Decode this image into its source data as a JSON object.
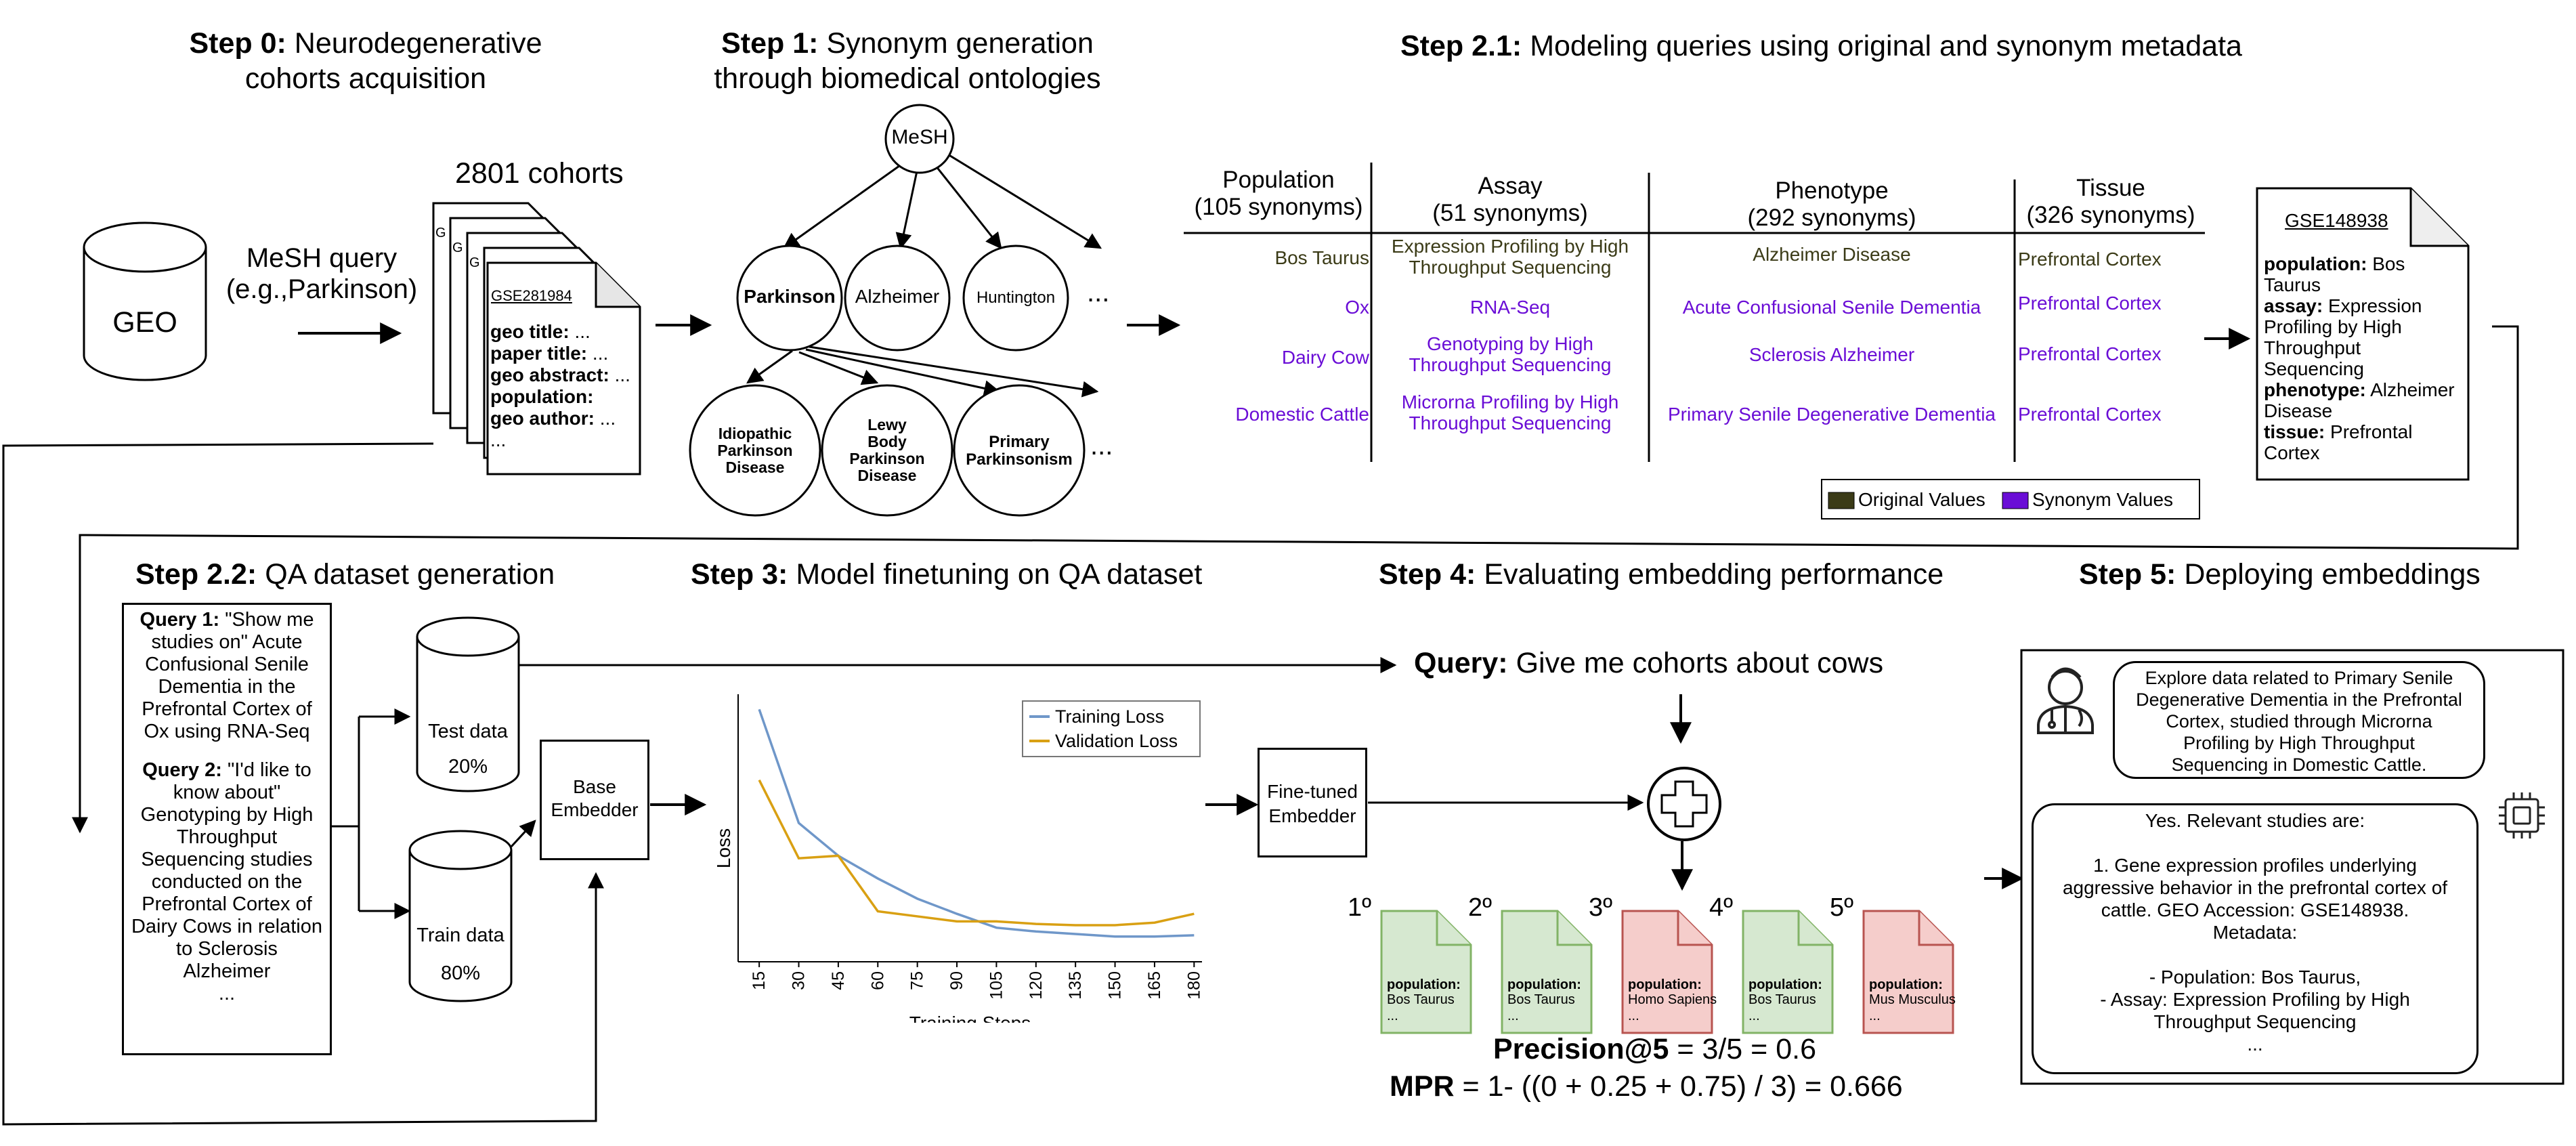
{
  "steps": {
    "s0": {
      "num": "Step 0:",
      "text_l1": "Neurodegenerative",
      "text_l2": "cohorts acquisition"
    },
    "s1": {
      "num": "Step 1:",
      "text_l1": "Synonym generation",
      "text_l2": "through biomedical ontologies"
    },
    "s21": {
      "num": "Step 2.1:",
      "text": "Modeling queries using original and synonym metadata"
    },
    "s22": {
      "num": "Step 2.2:",
      "text": "QA dataset generation"
    },
    "s3": {
      "num": "Step 3:",
      "text": "Model finetuning on QA dataset"
    },
    "s4": {
      "num": "Step 4:",
      "text": "Evaluating embedding performance"
    },
    "s5": {
      "num": "Step 5:",
      "text": "Deploying embeddings"
    }
  },
  "geo": {
    "label": "GEO",
    "query_l1": "MeSH query",
    "query_l2": "(e.g.,Parkinson)"
  },
  "cohorts": {
    "count": "2801 cohorts",
    "id": "GSE281984",
    "fields": [
      "geo title:",
      "paper title:",
      "geo abstract:",
      "population:",
      "geo author:"
    ],
    "trail": [
      "...",
      "...",
      "...",
      "",
      "..."
    ],
    "more": "..."
  },
  "ontology": {
    "root": "MeSH",
    "children": [
      "Parkinson",
      "Alzheimer",
      "Huntington"
    ],
    "grandchildren": [
      [
        "Idiopathic",
        "Parkinson",
        "Disease"
      ],
      [
        "Lewy",
        "Body",
        "Parkinson",
        "Disease"
      ],
      [
        "Primary",
        "Parkinsonism"
      ]
    ],
    "ellipsis": "..."
  },
  "table": {
    "headers": [
      {
        "l1": "Population",
        "l2": "(105 synonyms)"
      },
      {
        "l1": "Assay",
        "l2": "(51 synonyms)"
      },
      {
        "l1": "Phenotype",
        "l2": "(292 synonyms)"
      },
      {
        "l1": "Tissue",
        "l2": "(326 synonyms)"
      }
    ],
    "rows": [
      {
        "pop": "Bos Taurus",
        "assay_l1": "Expression Profiling by High",
        "assay_l2": "Throughput Sequencing",
        "phen": "Alzheimer Disease",
        "tissue": "Prefrontal Cortex"
      },
      {
        "pop": "Ox",
        "assay_l1": "RNA-Seq",
        "assay_l2": "",
        "phen": "Acute Confusional Senile Dementia",
        "tissue": "Prefrontal Cortex"
      },
      {
        "pop": "Dairy Cow",
        "assay_l1": "Genotyping by High",
        "assay_l2": "Throughput Sequencing",
        "phen": "Sclerosis Alzheimer",
        "tissue": "Prefrontal Cortex"
      },
      {
        "pop": "Domestic Cattle",
        "assay_l1": "Microrna Profiling by High",
        "assay_l2": "Throughput Sequencing",
        "phen": "Primary Senile Degenerative Dementia",
        "tissue": "Prefrontal Cortex"
      }
    ],
    "legend": {
      "original": "Original Values",
      "synonym": "Synonym Values"
    },
    "colors": {
      "original": "#3b3b17",
      "synonym": "#6a0dd6"
    }
  },
  "gse_doc": {
    "id": "GSE148938",
    "population_key": "population:",
    "population_val": "Bos",
    "population_val2": "Taurus",
    "assay_key": "assay:",
    "assay_val": "Expression",
    "assay_lines": [
      "Profiling by High",
      "Throughput",
      "Sequencing"
    ],
    "phenotype_key": "phenotype:",
    "phenotype_val": "Alzheimer",
    "phenotype_val2": "Disease",
    "tissue_key": "tissue:",
    "tissue_val": "Prefrontal",
    "tissue_val2": "Cortex"
  },
  "qa": {
    "q1_key": "Query 1:",
    "q1_lines": [
      "\"Show me",
      "studies on\" Acute",
      "Confusional Senile",
      "Dementia in the",
      "Prefrontal Cortex of",
      "Ox using RNA-Seq"
    ],
    "q2_key": "Query 2:",
    "q2_lines": [
      "\"I'd like to",
      "know about\"",
      "Genotyping by High",
      "Throughput",
      "Sequencing studies",
      "conducted on the",
      "Prefrontal Cortex of",
      "Dairy Cows in relation",
      "to Sclerosis",
      "Alzheimer",
      "..."
    ]
  },
  "split": {
    "test_label": "Test data",
    "test_pct": "20%",
    "train_label": "Train data",
    "train_pct": "80%",
    "base_l1": "Base",
    "base_l2": "Embedder",
    "ft_l1": "Fine-tuned",
    "ft_l2": "Embedder"
  },
  "chart_data": {
    "type": "line",
    "xlabel": "Training Steps",
    "ylabel": "Loss",
    "x": [
      15,
      30,
      45,
      60,
      75,
      90,
      105,
      120,
      135,
      150,
      165,
      180
    ],
    "series": [
      {
        "name": "Training Loss",
        "color": "#6f97c9",
        "values": [
          1.0,
          0.55,
          0.42,
          0.33,
          0.25,
          0.19,
          0.135,
          0.12,
          0.11,
          0.1,
          0.1,
          0.105
        ]
      },
      {
        "name": "Validation Loss",
        "color": "#d9a013",
        "values": [
          0.72,
          0.41,
          0.42,
          0.2,
          0.18,
          0.16,
          0.16,
          0.15,
          0.145,
          0.145,
          0.155,
          0.19
        ]
      }
    ],
    "ylim": [
      0,
      1.06
    ],
    "xlim": [
      7,
      183
    ]
  },
  "eval": {
    "query_key": "Query:",
    "query_text": "Give me cohorts about cows",
    "ranks": [
      {
        "rank": "1º",
        "key": "population:",
        "val": "Bos Taurus",
        "more": "...",
        "ok": true
      },
      {
        "rank": "2º",
        "key": "population:",
        "val": "Bos Taurus",
        "more": "...",
        "ok": true
      },
      {
        "rank": "3º",
        "key": "population:",
        "val": "Homo Sapiens",
        "more": "...",
        "ok": false
      },
      {
        "rank": "4º",
        "key": "population:",
        "val": "Bos Taurus",
        "more": "...",
        "ok": true
      },
      {
        "rank": "5º",
        "key": "population:",
        "val": "Mus Musculus",
        "more": "...",
        "ok": false
      }
    ],
    "p5_key": "Precision@5",
    "p5_val": " = 3/5 = 0.6",
    "mpr_key": "MPR",
    "mpr_val": " = 1- ((0 + 0.25 + 0.75) / 3) = 0.666",
    "colors": {
      "ok_fill": "#d6e8d0",
      "ok_stroke": "#82b366",
      "bad_fill": "#f5cdcb",
      "bad_stroke": "#b85450"
    }
  },
  "deploy": {
    "user_lines": [
      "Explore data related to Primary Senile",
      "Degenerative Dementia in the Prefrontal",
      "Cortex, studied through Microrna",
      "Profiling by High Throughput",
      "Sequencing in Domestic Cattle."
    ],
    "bot_lines": [
      "Yes. Relevant studies are:",
      "",
      "1. Gene expression profiles underlying",
      "aggressive behavior in the prefrontal cortex of",
      "cattle. GEO Accession: GSE148938.",
      "Metadata:",
      "",
      "- Population: Bos Taurus,",
      "- Assay: Expression Profiling by High",
      "Throughput Sequencing",
      "..."
    ]
  }
}
